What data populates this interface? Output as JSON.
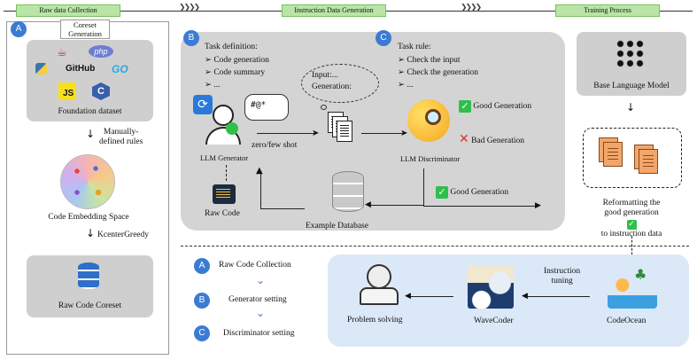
{
  "stages": {
    "raw_data_collection": "Raw data Collection",
    "instruction_data_generation": "Instruction Data Generation",
    "training_process": "Training Process"
  },
  "panel_a": {
    "badge": "A",
    "coreset_generation": "Coreset\nGeneration",
    "logos": [
      "php",
      "GitHub",
      "GO",
      "JS",
      "C"
    ],
    "foundation_dataset": "Foundation dataset",
    "manually_defined_rules": "Manually-\ndefined rules",
    "code_embedding_space": "Code Embedding Space",
    "kcenter_greedy": "KcenterGreedy",
    "raw_code_coreset": "Raw Code Coreset"
  },
  "panel_b": {
    "badge": "B",
    "task_definition": "Task definition:",
    "task_items": [
      "Code generation",
      "Code summary",
      "..."
    ],
    "bubble_input": "Input:...",
    "bubble_generation": "Generation:",
    "symbols": "#@*",
    "llm_generator": "LLM Generator",
    "zero_few_shot": "zero/few shot",
    "raw_code": "Raw Code",
    "example_database": "Example Database"
  },
  "panel_c": {
    "badge": "C",
    "task_rule": "Task rule:",
    "rule_items": [
      "Check the input",
      "Check the generation",
      "..."
    ],
    "good_generation": "Good Generation",
    "bad_generation": "Bad Generation",
    "llm_discriminator": "LLM Discriminator",
    "good_generation_bottom": "Good Generation"
  },
  "training": {
    "base_language_model": "Base Language Model",
    "reformatting": "Reformatting the\ngood generation",
    "to_instruction_data": "to instruction data"
  },
  "bottom": {
    "legend": [
      {
        "badge": "A",
        "label": "Raw Code Collection"
      },
      {
        "badge": "B",
        "label": "Generator setting"
      },
      {
        "badge": "C",
        "label": "Discriminator setting"
      }
    ],
    "problem_solving": "Problem solving",
    "wavecoder": "WaveCoder",
    "instruction_tuning": "Instruction\ntuning",
    "codeocean": "CodeOcean"
  },
  "colors": {
    "accent_blue": "#3b7bd4",
    "stage_green": "#b9e6a6",
    "check_green": "#2fbf4a",
    "cross_red": "#e03030"
  }
}
